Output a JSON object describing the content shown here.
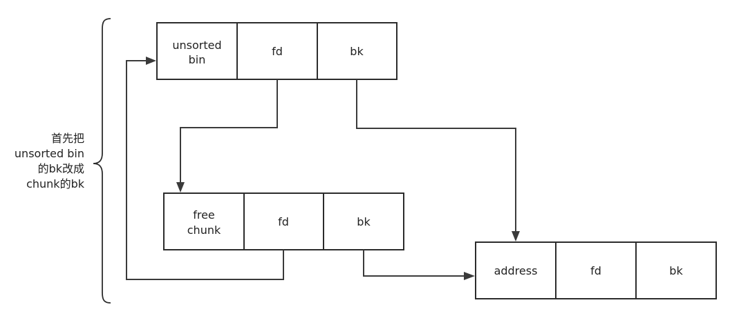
{
  "note": {
    "lines": [
      "首先把",
      "unsorted bin",
      "的bk改成",
      "chunk的bk"
    ]
  },
  "nodes": {
    "unsorted_bin": {
      "cells": [
        [
          "unsorted",
          "bin"
        ],
        [
          "fd"
        ],
        [
          "bk"
        ]
      ]
    },
    "free_chunk": {
      "cells": [
        [
          "free",
          "chunk"
        ],
        [
          "fd"
        ],
        [
          "bk"
        ]
      ]
    },
    "address": {
      "cells": [
        [
          "address"
        ],
        [
          "fd"
        ],
        [
          "bk"
        ]
      ]
    }
  },
  "links": [
    {
      "from": "unsorted_bin.fd",
      "to": "free_chunk"
    },
    {
      "from": "unsorted_bin.bk",
      "to": "address"
    },
    {
      "from": "free_chunk.fd",
      "to": "unsorted_bin"
    },
    {
      "from": "free_chunk.bk",
      "to": "address"
    }
  ]
}
